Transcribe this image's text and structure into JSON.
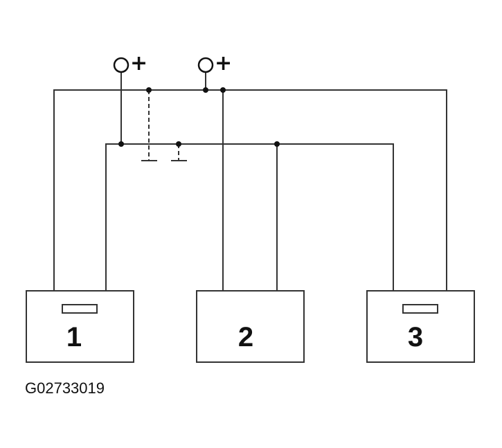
{
  "diagram": {
    "terminal_left_sign": "+",
    "terminal_right_sign": "+",
    "modules": [
      {
        "label": "1"
      },
      {
        "label": "2"
      },
      {
        "label": "3"
      }
    ],
    "ground_label": "",
    "figure_code": "G02733019"
  },
  "colors": {
    "line": "#333333",
    "text": "#111111",
    "background": "#ffffff"
  }
}
